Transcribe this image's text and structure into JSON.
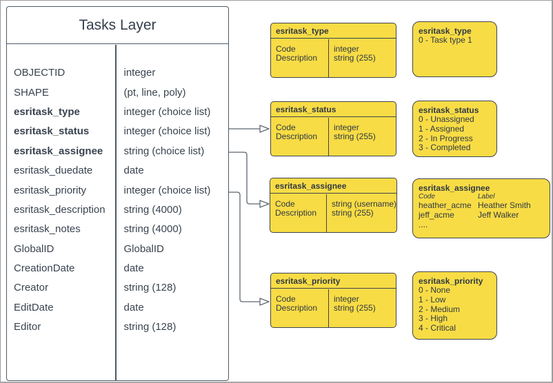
{
  "colors": {
    "box_fill": "#F8DC45",
    "box_stroke": "#3f444d",
    "table_stroke": "#4d5866",
    "text": "#39434f",
    "connector": "#5c6670"
  },
  "tasks_table": {
    "title": "Tasks Layer",
    "fields": [
      {
        "name": "OBJECTID",
        "type": "integer",
        "bold": false
      },
      {
        "name": "SHAPE",
        "type": "(pt, line, poly)",
        "bold": false
      },
      {
        "name": "esritask_type",
        "type": "integer (choice list)",
        "bold": true
      },
      {
        "name": "esritask_status",
        "type": "integer (choice list)",
        "bold": true
      },
      {
        "name": "esritask_assignee",
        "type": "string (choice list)",
        "bold": true
      },
      {
        "name": "esritask_duedate",
        "type": "date",
        "bold": false
      },
      {
        "name": "esritask_priority",
        "type": "integer (choice list)",
        "bold": false
      },
      {
        "name": "esritask_description",
        "type": "string (4000)",
        "bold": false
      },
      {
        "name": "esritask_notes",
        "type": "string (4000)",
        "bold": false
      },
      {
        "name": "GlobalID",
        "type": "GlobalID",
        "bold": false
      },
      {
        "name": "CreationDate",
        "type": "date",
        "bold": false
      },
      {
        "name": "Creator",
        "type": "string (128)",
        "bold": false
      },
      {
        "name": "EditDate",
        "type": "date",
        "bold": false
      },
      {
        "name": "Editor",
        "type": "string (128)",
        "bold": false
      }
    ]
  },
  "schema_boxes": [
    {
      "id": "type",
      "title": "esritask_type",
      "rows": [
        [
          "Code",
          "integer"
        ],
        [
          "Description",
          "string (255)"
        ]
      ]
    },
    {
      "id": "status",
      "title": "esritask_status",
      "rows": [
        [
          "Code",
          "integer"
        ],
        [
          "Description",
          "string (255)"
        ]
      ]
    },
    {
      "id": "assignee",
      "title": "esritask_assignee",
      "rows": [
        [
          "Code",
          "string (username)"
        ],
        [
          "Description",
          "string (255)"
        ]
      ]
    },
    {
      "id": "priority",
      "title": "esritask_priority",
      "rows": [
        [
          "Code",
          "integer"
        ],
        [
          "Description",
          "string (255)"
        ]
      ]
    }
  ],
  "value_boxes": [
    {
      "id": "type",
      "title": "esritask_type",
      "lines": [
        "0 - Task type 1"
      ]
    },
    {
      "id": "status",
      "title": "esritask_status",
      "lines": [
        "0 - Unassigned",
        "1 - Assigned",
        "2 - In Progress",
        "3 - Completed"
      ]
    },
    {
      "id": "assignee",
      "title": "esritask_assignee",
      "col_headers": [
        "Code",
        "Label"
      ],
      "pairs": [
        [
          "heather_acme",
          "Heather Smith"
        ],
        [
          "jeff_acme",
          "Jeff Walker"
        ]
      ],
      "ellipsis": "...."
    },
    {
      "id": "priority",
      "title": "esritask_priority",
      "lines": [
        "0 - None",
        "1 - Low",
        "2 - Medium",
        "3 - High",
        "4 - Critical"
      ]
    }
  ]
}
